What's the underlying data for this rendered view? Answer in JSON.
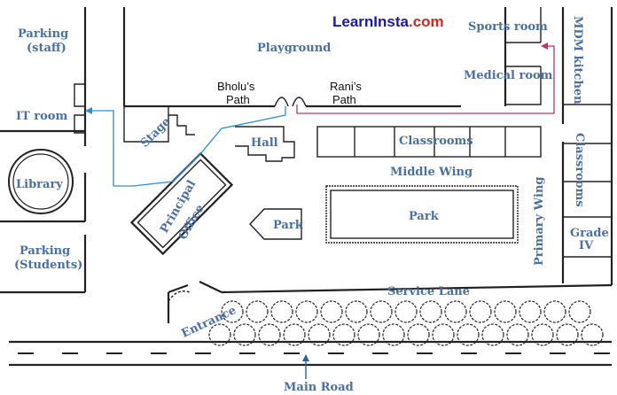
{
  "brand": {
    "name": "LearnInsta",
    "suffix": ".com",
    "color_main": "#1a1aa6",
    "color_accent": "#d6281f"
  },
  "labels": {
    "parking_staff_1": "Parking",
    "parking_staff_2": "(staff)",
    "it_room": "IT room",
    "library": "Library",
    "parking_students_1": "Parking",
    "parking_students_2": "(Students)",
    "playground": "Playground",
    "sports_room": "Sports room",
    "medical_room": "Medical room",
    "mdm_kitchen": "MDM kitchen",
    "bholu_path_1": "Bholu’s",
    "bholu_path_2": "Path",
    "rani_path_1": "Rani’s",
    "rani_path_2": "Path",
    "stage": "Stage",
    "hall": "Hall",
    "classrooms_middle": "Classrooms",
    "middle_wing": "Middle Wing",
    "classrooms_primary": "Classrooms",
    "principal_office_1": "Principal",
    "principal_office_2": "Office",
    "park_small": "Park",
    "park_large": "Park",
    "primary_wing": "Primary Wing",
    "grade_iv_1": "Grade",
    "grade_iv_2": "IV",
    "service_lane": "Service Lane",
    "entrance": "Entrance",
    "main_road": "Main Road"
  },
  "colors": {
    "label": "#4a6fa5",
    "bholu_path": "#2a8fd0",
    "rani_path": "#c0336e",
    "walls": "#222222"
  }
}
